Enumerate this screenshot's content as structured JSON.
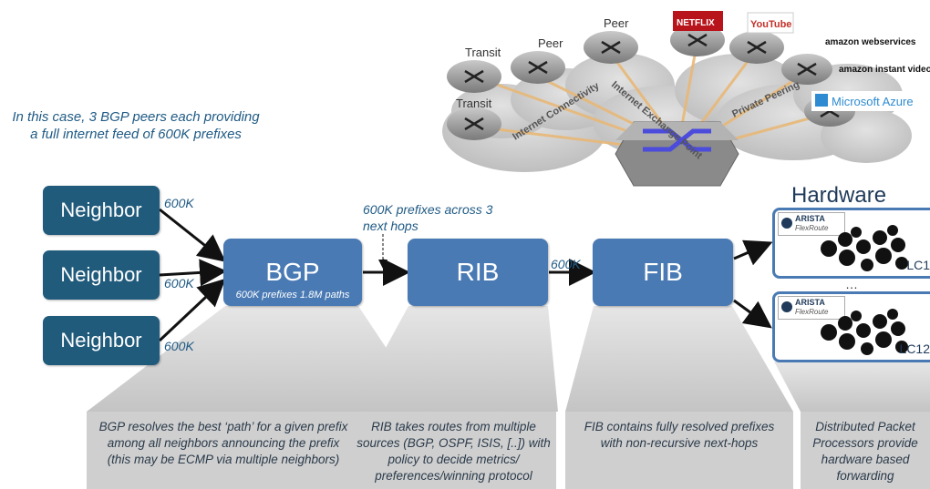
{
  "intro_text": "In this case, 3 BGP peers each providing a full internet feed of 600K prefixes",
  "neighbors": [
    {
      "label": "Neighbor",
      "count": "600K"
    },
    {
      "label": "Neighbor",
      "count": "600K"
    },
    {
      "label": "Neighbor",
      "count": "600K"
    }
  ],
  "bgp": {
    "label": "BGP",
    "sublabel": "600K prefixes 1.8M paths"
  },
  "bgp_to_rib_label": "600K prefixes across 3 next hops",
  "rib": {
    "label": "RIB"
  },
  "rib_to_fib_label": "600K",
  "fib": {
    "label": "FIB"
  },
  "hardware": {
    "title": "Hardware",
    "cards": [
      {
        "brand": "ARISTA",
        "product": "FlexRoute",
        "name": "LC1"
      },
      {
        "brand": "ARISTA",
        "product": "FlexRoute",
        "name": "LC12"
      }
    ],
    "ellipsis": "…"
  },
  "descriptions": [
    "BGP resolves the best ‘path’ for a given prefix among all neighbors announcing the prefix (this may be ECMP via multiple neighbors)",
    "RIB takes routes from multiple sources (BGP, OSPF, ISIS, [..]) with policy to decide metrics/ preferences/winning protocol",
    "FIB contains fully resolved prefixes  with non-recursive next-hops",
    "Distributed Packet Processors provide hardware based forwarding"
  ],
  "internet_diagram": {
    "routers": [
      "Transit",
      "Peer",
      "Peer",
      "Transit"
    ],
    "cloud_labels": [
      "Internet Connectivity",
      "Internet Exchange Point",
      "Private Peering"
    ],
    "logos": [
      "NETFLIX",
      "YouTube",
      "amazon webservices",
      "amazon instant video",
      "Microsoft Azure"
    ]
  },
  "colors": {
    "neighbor": "#215b7c",
    "stage": "#4a7ab4",
    "text_blue": "#1f5a84"
  }
}
